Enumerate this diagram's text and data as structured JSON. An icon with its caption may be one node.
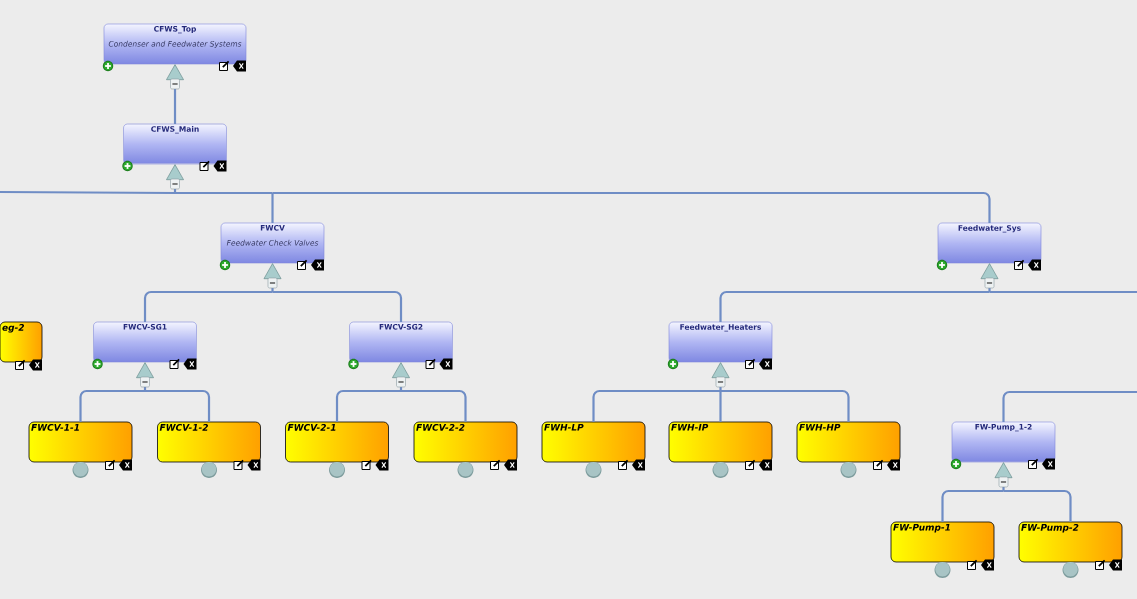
{
  "diagram": {
    "nodes": [
      {
        "text": [
          "CFWS_Top",
          "Condenser and Feedwater Systems"
        ]
      },
      {
        "text": [
          "CFWS_Main"
        ]
      },
      {
        "text": [
          "FWCV",
          "Feedwater Check Valves"
        ]
      },
      {
        "text": [
          "Feedwater_Sys"
        ]
      },
      {
        "text": [
          "eg-2"
        ]
      },
      {
        "text": [
          "FWCV-SG1"
        ]
      },
      {
        "text": [
          "FWCV-SG2"
        ]
      },
      {
        "text": [
          "Feedwater_Heaters"
        ]
      },
      {
        "text": [
          "FWCV-1-1"
        ]
      },
      {
        "text": [
          "FWCV-1-2"
        ]
      },
      {
        "text": [
          "FWCV-2-1"
        ]
      },
      {
        "text": [
          "FWCV-2-2"
        ]
      },
      {
        "text": [
          "FWH-LP"
        ]
      },
      {
        "text": [
          "FWH-IP"
        ]
      },
      {
        "text": [
          "FWH-HP"
        ]
      },
      {
        "text": [
          "FW-Pump_1-2"
        ]
      },
      {
        "text": [
          "FW-Pump-1"
        ]
      },
      {
        "text": [
          "FW-Pump-2"
        ]
      }
    ],
    "edges": [
      {
        "from": 1,
        "to": 0,
        "arrow": "to"
      },
      {
        "from": null,
        "to": 1,
        "arrow": "to"
      },
      {
        "from": 2,
        "to": 1,
        "arrow": "to"
      },
      {
        "from": 3,
        "to": 1,
        "arrow": "to"
      },
      {
        "from": 5,
        "to": 2,
        "arrow": "to"
      },
      {
        "from": 6,
        "to": 2,
        "arrow": "to"
      },
      {
        "from": 7,
        "to": 3,
        "arrow": "to"
      },
      {
        "from": null,
        "to": 3,
        "arrow": "to"
      },
      {
        "from": 8,
        "to": 5,
        "arrow": "to"
      },
      {
        "from": 9,
        "to": 5,
        "arrow": "to"
      },
      {
        "from": 10,
        "to": 6,
        "arrow": "to"
      },
      {
        "from": 11,
        "to": 6,
        "arrow": "to"
      },
      {
        "from": 12,
        "to": 7,
        "arrow": "to"
      },
      {
        "from": 13,
        "to": 7,
        "arrow": "to"
      },
      {
        "from": 14,
        "to": 7,
        "arrow": "to"
      },
      {
        "from": 15,
        "to": null,
        "arrow": "none"
      },
      {
        "from": 16,
        "to": 15,
        "arrow": "to"
      },
      {
        "from": 17,
        "to": 15,
        "arrow": "to"
      }
    ]
  }
}
